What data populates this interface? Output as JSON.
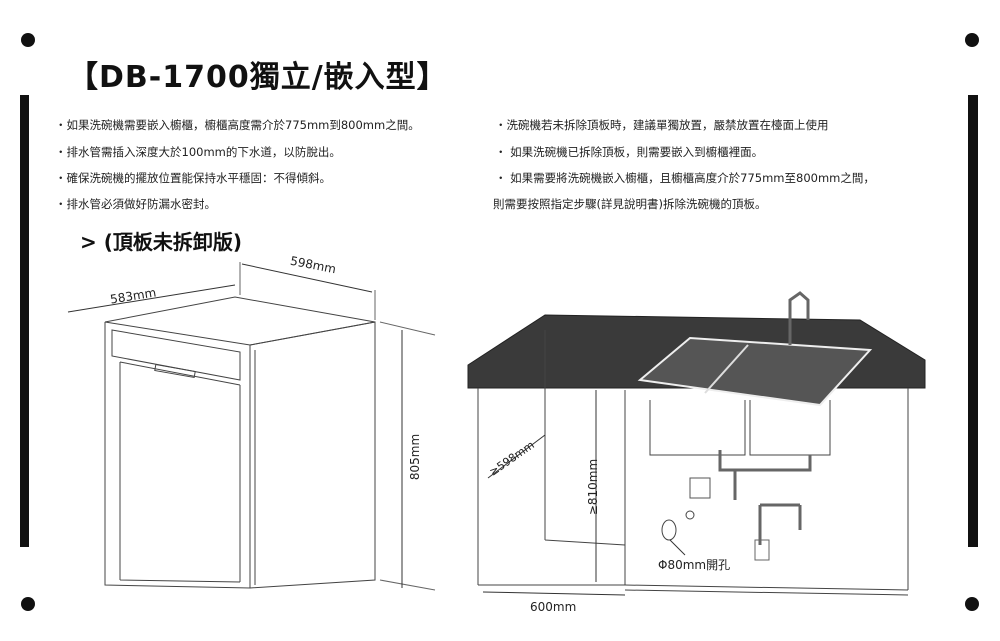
{
  "title": "【DB-1700獨立/嵌入型】",
  "left_notes": [
    "・如果洗碗機需要嵌入櫥櫃，櫥櫃高度需介於775mm到800mm之間。",
    "・排水管需插入深度大於100mm的下水道，以防脫出。",
    "・確保洗碗機的擺放位置能保持水平穩固：不得傾斜。",
    "・排水管必須做好防漏水密封。"
  ],
  "right_notes": [
    "・洗碗機若未拆除頂板時，建議單獨放置，嚴禁放置在檯面上使用",
    "・ 如果洗碗機已拆除頂板，則需要嵌入到櫥櫃裡面。",
    "・ 如果需要將洗碗機嵌入櫥櫃，且櫥櫃高度介於775mm至800mm之間，",
    "則需要按照指定步驟(詳見說明書)拆除洗碗機的頂板。"
  ],
  "subtitle": "> (頂板未拆卸版)",
  "dishwasher_dims": {
    "width": "598mm",
    "depth": "583mm",
    "height": "805mm"
  },
  "cabinet_dims": {
    "opening_width": "≥598mm",
    "height": "≥810mm",
    "depth": "600mm",
    "hole": "Φ80mm開孔"
  }
}
